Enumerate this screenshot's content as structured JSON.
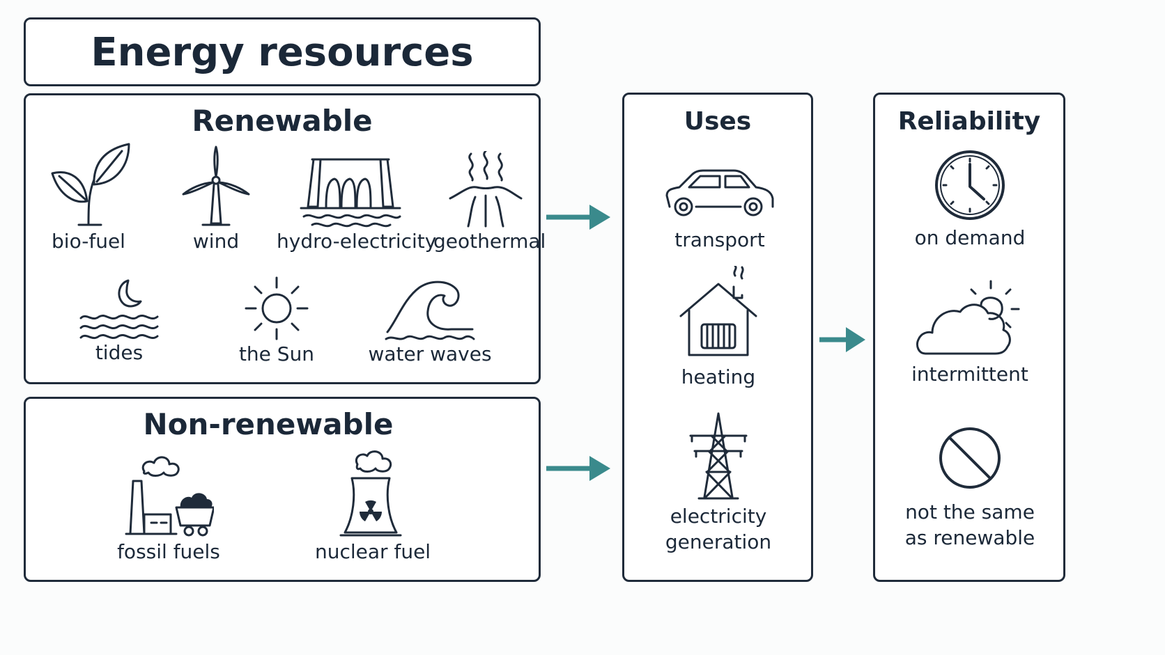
{
  "title": "Energy resources",
  "renewable": {
    "heading": "Renewable",
    "items": [
      {
        "label": "bio-fuel",
        "icon": "plant-icon"
      },
      {
        "label": "wind",
        "icon": "wind-turbine-icon"
      },
      {
        "label": "hydro-electricity",
        "icon": "dam-icon"
      },
      {
        "label": "geothermal",
        "icon": "geothermal-icon"
      },
      {
        "label": "tides",
        "icon": "moon-waves-icon"
      },
      {
        "label": "the Sun",
        "icon": "sun-icon"
      },
      {
        "label": "water waves",
        "icon": "wave-icon"
      }
    ]
  },
  "nonrenewable": {
    "heading": "Non-renewable",
    "items": [
      {
        "label": "fossil fuels",
        "icon": "factory-coal-icon"
      },
      {
        "label": "nuclear fuel",
        "icon": "cooling-tower-icon"
      }
    ]
  },
  "uses": {
    "heading": "Uses",
    "items": [
      {
        "label": "transport",
        "icon": "car-icon"
      },
      {
        "label": "heating",
        "icon": "house-radiator-icon"
      },
      {
        "label_line1": "electricity",
        "label_line2": "generation",
        "icon": "pylon-icon"
      }
    ]
  },
  "reliability": {
    "heading": "Reliability",
    "items": [
      {
        "label": "on demand",
        "icon": "clock-icon"
      },
      {
        "label": "intermittent",
        "icon": "cloud-sun-icon"
      },
      {
        "label_line1": "not the same",
        "label_line2": "as renewable",
        "icon": "prohibited-icon"
      }
    ]
  },
  "colors": {
    "border": "#1f2b3a",
    "arrow": "#3a8a8c",
    "text": "#1b2838"
  }
}
